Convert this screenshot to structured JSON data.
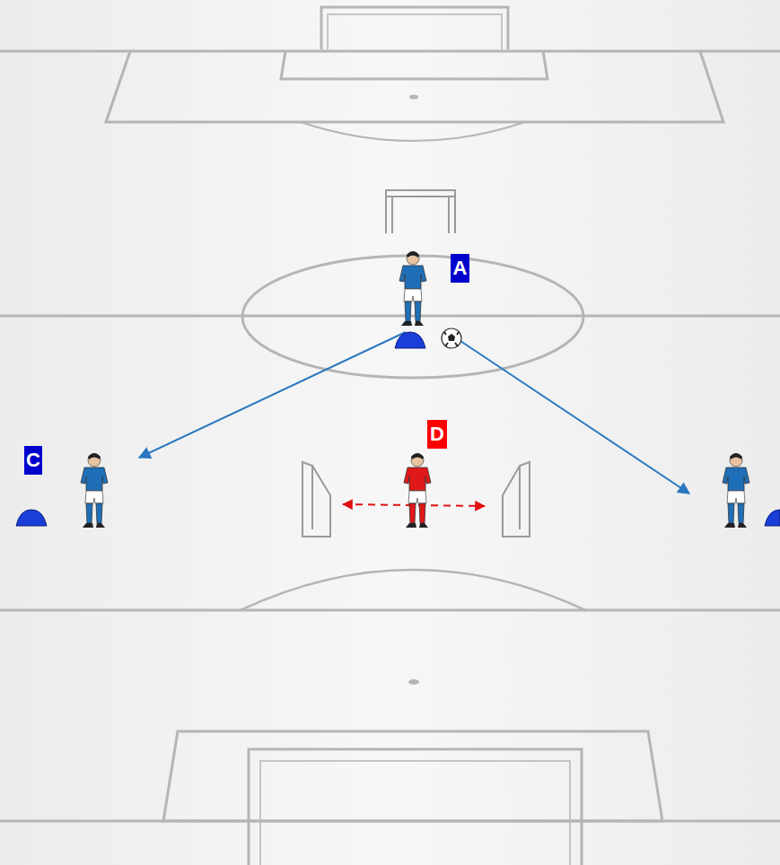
{
  "diagram": {
    "nodes": [
      {
        "text": [
          "A"
        ]
      },
      {
        "text": [
          "D"
        ]
      },
      {
        "text": [
          "C"
        ]
      }
    ]
  }
}
